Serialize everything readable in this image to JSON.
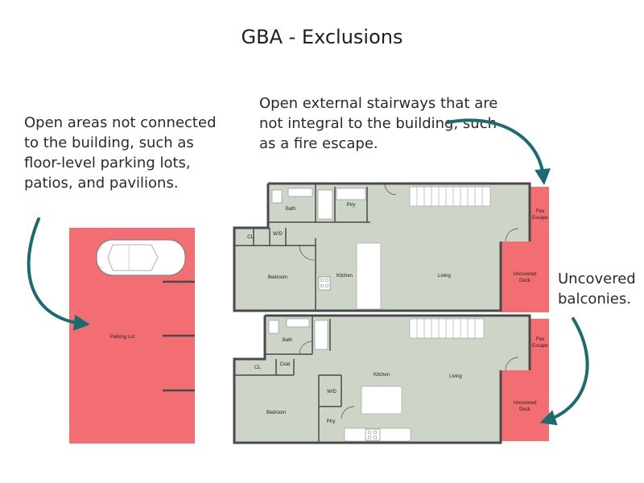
{
  "title": "GBA - Exclusions",
  "notes": {
    "left": "Open areas not connected to the building, such as floor-level parking lots, patios, and pavilions.",
    "top": "Open external stairways that are not integral to the building, such as a fire escape.",
    "right": "Uncovered balconies."
  },
  "labels": {
    "parking_lot": "Parking Lot",
    "fire_escape_line1": "Fire",
    "fire_escape_line2": "Escape",
    "uncovered_line1": "Uncovered",
    "uncovered_line2": "Deck",
    "bath": "Bath",
    "pantry": "Ptry",
    "closet": "CL",
    "washer_dryer": "W/D",
    "coat": "Coat",
    "bedroom": "Bedroom",
    "kitchen": "Kitchen",
    "living": "Living"
  },
  "colors": {
    "excluded_area": "#f36e72",
    "floor": "#ccd5c8",
    "walls": "#4a4a4a",
    "arrow": "#1b6b73"
  },
  "icons": [
    "car-icon",
    "arrow-icon"
  ]
}
